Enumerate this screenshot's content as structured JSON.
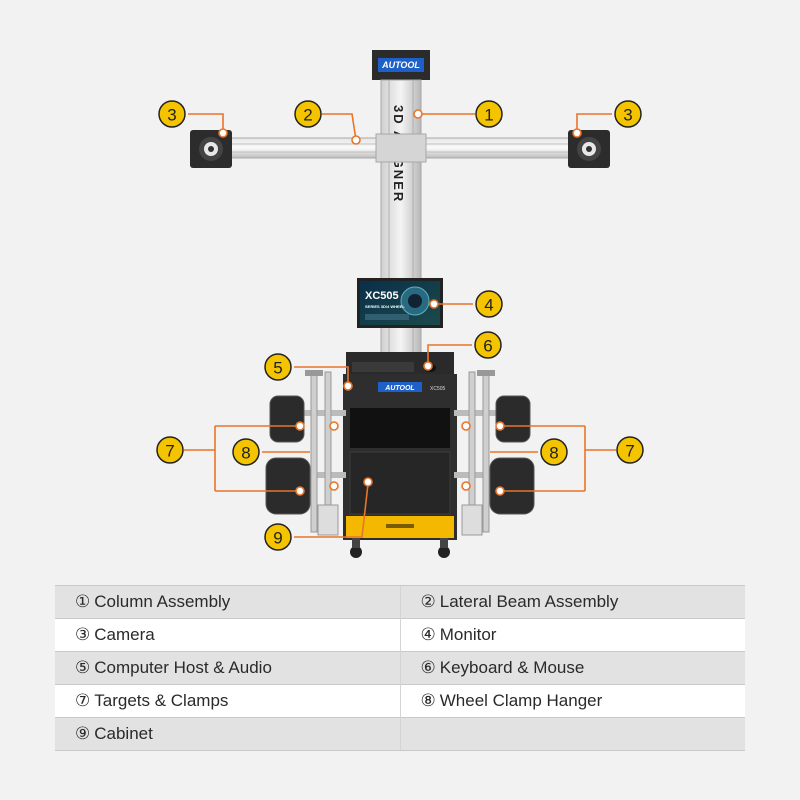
{
  "brand": "AUTOOL",
  "column_text": "3D ALIGNER",
  "monitor_text": {
    "model": "XC505",
    "sub": "SERIES 3D/4 WHEEL"
  },
  "cabinet_badge": "AUTOOL",
  "cabinet_model": "XC505",
  "callouts": [
    "1",
    "2",
    "3",
    "3",
    "4",
    "5",
    "6",
    "7",
    "8",
    "8",
    "7",
    "9"
  ],
  "legend": [
    [
      {
        "num": "①",
        "label": "Column Assembly"
      },
      {
        "num": "②",
        "label": "Lateral Beam Assembly"
      }
    ],
    [
      {
        "num": "③",
        "label": "Camera"
      },
      {
        "num": "④",
        "label": "Monitor"
      }
    ],
    [
      {
        "num": "⑤",
        "label": "Computer Host & Audio"
      },
      {
        "num": "⑥",
        "label": "Keyboard & Mouse"
      }
    ],
    [
      {
        "num": "⑦",
        "label": "Targets & Clamps"
      },
      {
        "num": "⑧",
        "label": "Wheel Clamp Hanger"
      }
    ],
    [
      {
        "num": "⑨",
        "label": "Cabinet"
      },
      {
        "num": "",
        "label": ""
      }
    ]
  ],
  "colors": {
    "callout_fill": "#f5c400",
    "leader_line": "#e8752a",
    "cabinet_accent": "#f5b800",
    "brand_blue": "#1f5fc8",
    "frame_grey": "#c4c4c4"
  }
}
